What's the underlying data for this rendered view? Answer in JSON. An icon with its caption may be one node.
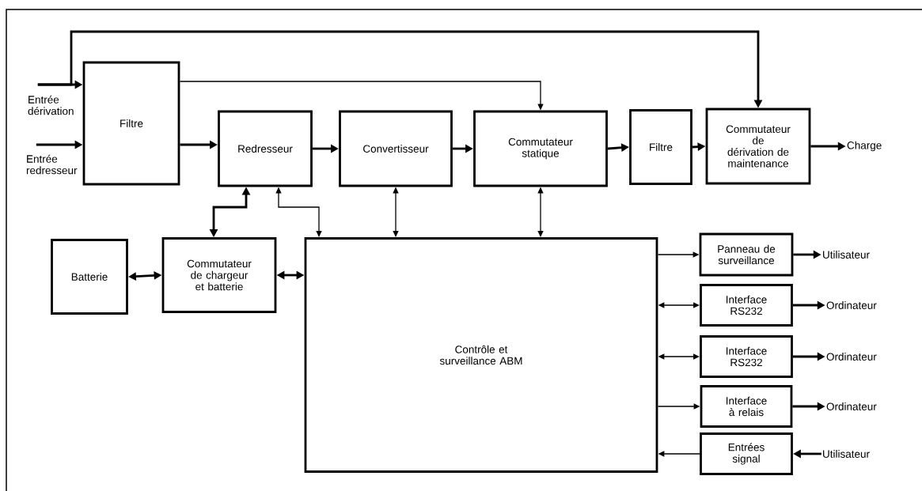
{
  "diagram": {
    "nodes": [
      {
        "text": [
          "Entrée dérivation"
        ]
      },
      {
        "text": [
          "Entrée redresseur"
        ]
      },
      {
        "text": [
          "Filtre"
        ]
      },
      {
        "text": [
          "Redresseur"
        ]
      },
      {
        "text": [
          "Convertisseur"
        ]
      },
      {
        "text": [
          "Commutateur statique"
        ]
      },
      {
        "text": [
          "Filtre"
        ]
      },
      {
        "text": [
          "Commutateur de dérivation de maintenance"
        ]
      },
      {
        "text": [
          "Charge"
        ]
      },
      {
        "text": [
          "Batterie"
        ]
      },
      {
        "text": [
          "Commutateur de chargeur et batterie"
        ]
      },
      {
        "text": [
          "Contrôle et surveillance ABM"
        ]
      },
      {
        "text": [
          "Panneau de surveillance"
        ]
      },
      {
        "text": [
          "Interface RS232"
        ]
      },
      {
        "text": [
          "Interface RS232"
        ]
      },
      {
        "text": [
          "Interface à relais"
        ]
      },
      {
        "text": [
          "Entrées signal"
        ]
      },
      {
        "text": [
          "Utilisateur"
        ]
      },
      {
        "text": [
          "Ordinateur"
        ]
      },
      {
        "text": [
          "Ordinateur"
        ]
      },
      {
        "text": [
          "Ordinateur"
        ]
      },
      {
        "text": [
          "Utilisateur"
        ]
      }
    ],
    "edges": [
      {
        "from": 0,
        "to": 2,
        "arrow": "to"
      },
      {
        "from": 0,
        "to": 7,
        "arrow": "to"
      },
      {
        "from": 1,
        "to": 2,
        "arrow": "to"
      },
      {
        "from": 2,
        "to": 3,
        "arrow": "to"
      },
      {
        "from": 2,
        "to": 5,
        "arrow": "to"
      },
      {
        "from": 3,
        "to": 4,
        "arrow": "to"
      },
      {
        "from": 4,
        "to": 5,
        "arrow": "to"
      },
      {
        "from": 5,
        "to": 6,
        "arrow": "to"
      },
      {
        "from": 6,
        "to": 7,
        "arrow": "to"
      },
      {
        "from": 7,
        "to": 8,
        "arrow": "to"
      },
      {
        "from": 9,
        "to": 10,
        "arrow": "both"
      },
      {
        "from": 10,
        "to": 3,
        "arrow": "both"
      },
      {
        "from": 3,
        "to": 11,
        "arrow": "both"
      },
      {
        "from": 4,
        "to": 11,
        "arrow": "both"
      },
      {
        "from": 5,
        "to": 11,
        "arrow": "both"
      },
      {
        "from": 10,
        "to": 11,
        "arrow": "both"
      },
      {
        "from": 11,
        "to": 12,
        "arrow": "to"
      },
      {
        "from": 11,
        "to": 13,
        "arrow": "both"
      },
      {
        "from": 11,
        "to": 14,
        "arrow": "both"
      },
      {
        "from": 11,
        "to": 15,
        "arrow": "to"
      },
      {
        "from": 16,
        "to": 11,
        "arrow": "to"
      },
      {
        "from": 12,
        "to": 17,
        "arrow": "to"
      },
      {
        "from": 13,
        "to": 18,
        "arrow": "to"
      },
      {
        "from": 14,
        "to": 19,
        "arrow": "to"
      },
      {
        "from": 15,
        "to": 20,
        "arrow": "to"
      },
      {
        "from": 21,
        "to": 16,
        "arrow": "to"
      }
    ]
  }
}
